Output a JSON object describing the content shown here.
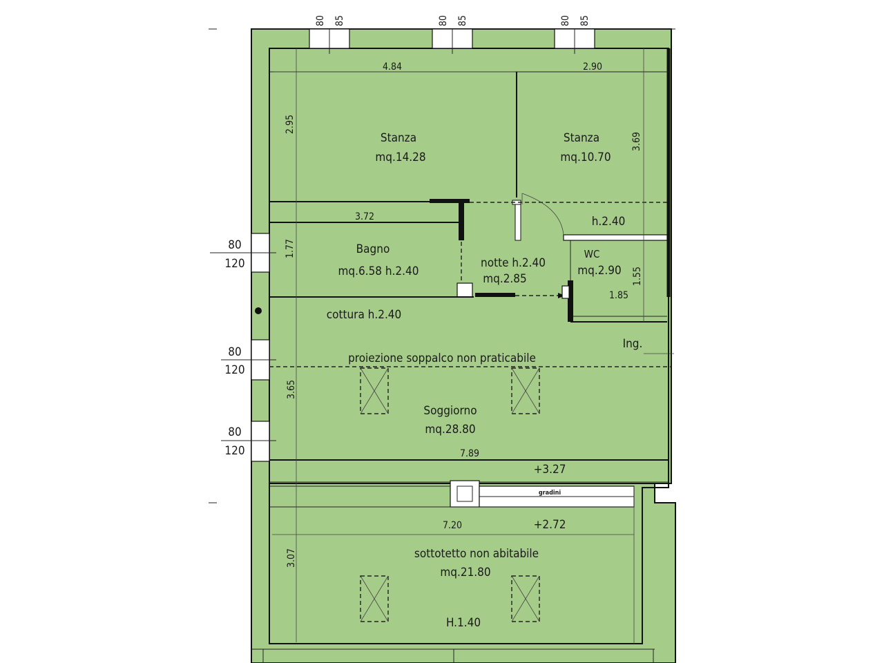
{
  "plan": {
    "fill_color": "#a6cc8a",
    "rooms": {
      "stanza1": {
        "name": "Stanza",
        "area": "mq.14.28"
      },
      "stanza2": {
        "name": "Stanza",
        "area": "mq.10.70"
      },
      "bagno": {
        "name": "Bagno",
        "area": "mq.6.58  h.2.40"
      },
      "notte": {
        "name": "notte  h.2.40",
        "area": "mq.2.85"
      },
      "wc": {
        "name": "WC",
        "area": "mq.2.90"
      },
      "cottura": {
        "name": "cottura  h.2.40"
      },
      "soggiorno": {
        "name": "Soggiorno",
        "area": "mq.28.80"
      },
      "sottotetto": {
        "name": "sottotetto  non  abitabile",
        "area": "mq.21.80",
        "height": "H.1.40"
      }
    },
    "notes": {
      "soppalco": "proiezione  soppalco  non  praticabile",
      "ingresso": "Ing.",
      "corridor_height": "h.2.40",
      "level_upper": "+3.27",
      "level_lower": "+2.72",
      "stairs": "gradini"
    },
    "dimensions": {
      "w484": "4.84",
      "w290": "2.90",
      "h295": "2.95",
      "h369": "3.69",
      "w372": "3.72",
      "h177": "1.77",
      "h155": "1.55",
      "w185": "1.85",
      "h365": "3.65",
      "w789": "7.89",
      "w720": "7.20",
      "h307": "3.07"
    },
    "window_marks": {
      "top": [
        {
          "a": "80",
          "b": "85"
        },
        {
          "a": "80",
          "b": "85"
        },
        {
          "a": "80",
          "b": "85"
        }
      ],
      "left": [
        {
          "a": "80",
          "b": "120"
        },
        {
          "a": "80",
          "b": "120"
        },
        {
          "a": "80",
          "b": "120"
        }
      ]
    }
  }
}
